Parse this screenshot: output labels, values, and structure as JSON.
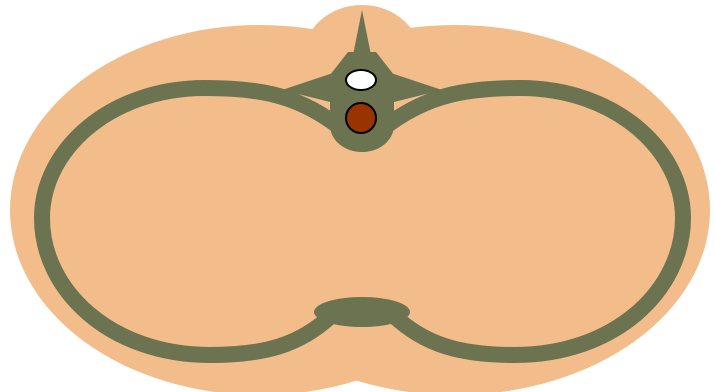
{
  "diagram": {
    "colors": {
      "background": "#ffffff",
      "body_fill": "#f2bd8a",
      "band": "#6b7350",
      "upper_dot": "#ffffff",
      "lower_dot": "#993300",
      "dot_outline": "#000000"
    },
    "parts": [
      "body-outline",
      "left-loop",
      "right-loop",
      "central-core",
      "upper-spine",
      "left-wing",
      "right-wing",
      "white-dot",
      "brown-dot",
      "lower-bridge"
    ]
  }
}
